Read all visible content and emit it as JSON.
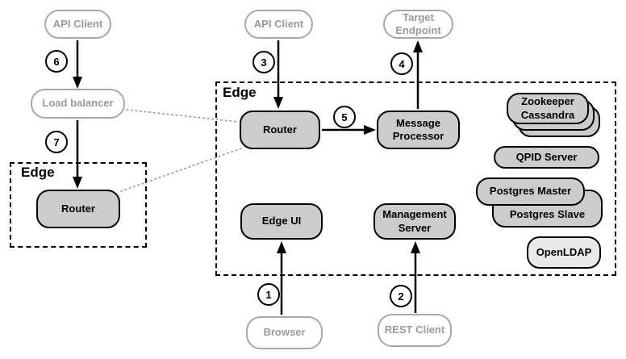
{
  "colors": {
    "node_fill": "#cccccc",
    "node_fill_light": "#e9e9e9",
    "node_border": "#000000",
    "client_border": "#a8a8a8",
    "client_text": "#9a9a9a",
    "dotted_line": "#999999",
    "arrow": "#000000"
  },
  "external": {
    "api_client_left": "API Client",
    "load_balancer": "Load balancer",
    "api_client_top": "API Client",
    "target_endpoint": "Target Endpoint",
    "browser": "Browser",
    "rest_client": "REST Client"
  },
  "edge_left": {
    "title": "Edge",
    "router": "Router"
  },
  "edge_main": {
    "title": "Edge",
    "router": "Router",
    "message_processor": "Message Processor",
    "edge_ui": "Edge UI",
    "management_server": "Management Server"
  },
  "datastores": {
    "zookeeper": "Zookeeper",
    "cassandra": "Cassandra",
    "qpid": "QPID Server",
    "postgres_master": "Postgres Master",
    "postgres_slave": "Postgres Slave",
    "openldap": "OpenLDAP"
  },
  "steps": [
    "1",
    "2",
    "3",
    "4",
    "5",
    "6",
    "7"
  ]
}
